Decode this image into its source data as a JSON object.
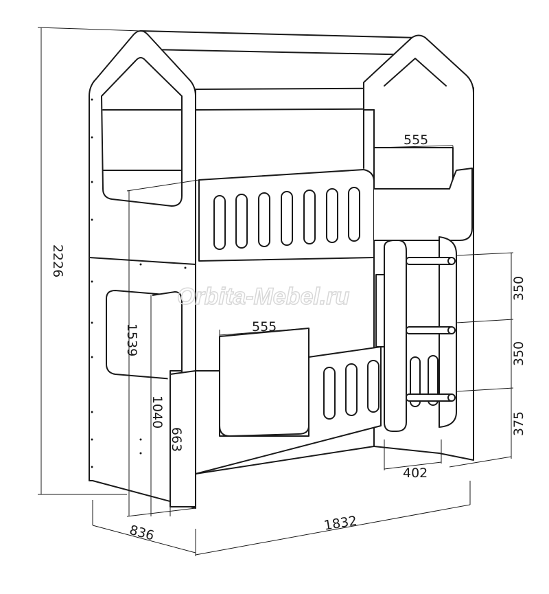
{
  "watermark": "Orbita-Mebel.ru",
  "dimensions": {
    "total_height": "2226",
    "upper_tier_height": "1539",
    "lower_guard_height": "1040",
    "lower_bed_height": "663",
    "depth": "836",
    "length": "1832",
    "upper_opening_width": "555",
    "lower_opening_width": "555",
    "ladder_width": "402",
    "rung_step_top": "350",
    "rung_step_middle": "350",
    "rung_step_bottom": "375"
  },
  "colors": {
    "line": "#1a1a1a",
    "watermark": "#d8d8d8"
  }
}
